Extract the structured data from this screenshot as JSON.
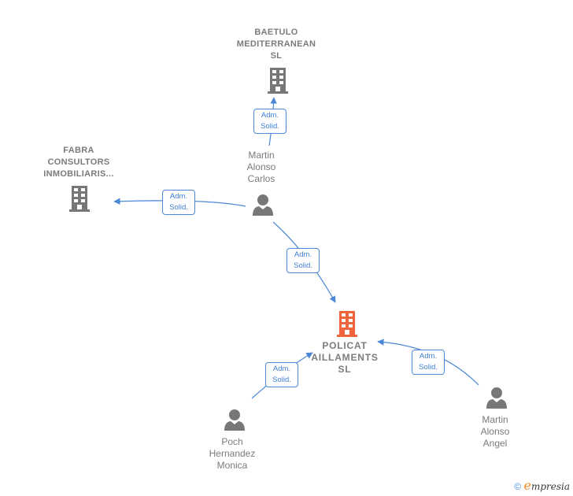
{
  "nodes": {
    "baetulo": {
      "type": "company",
      "lines": [
        "BAETULO",
        "MEDITERRANEAN",
        "SL"
      ]
    },
    "fabra": {
      "type": "company",
      "lines": [
        "FABRA",
        "CONSULTORS",
        "INMOBILIARIS..."
      ]
    },
    "policat": {
      "type": "company",
      "main": true,
      "lines": [
        "POLICAT",
        "AILLAMENTS",
        "SL"
      ]
    },
    "carlos": {
      "type": "person",
      "lines": [
        "Martin",
        "Alonso",
        "Carlos"
      ]
    },
    "monica": {
      "type": "person",
      "lines": [
        "Poch",
        "Hernandez",
        "Monica"
      ]
    },
    "angel": {
      "type": "person",
      "lines": [
        "Martin",
        "Alonso",
        "Angel"
      ]
    }
  },
  "edges": [
    {
      "from": "carlos",
      "to": "baetulo",
      "label": [
        "Adm.",
        "Solid."
      ]
    },
    {
      "from": "carlos",
      "to": "fabra",
      "label": [
        "Adm.",
        "Solid."
      ]
    },
    {
      "from": "carlos",
      "to": "policat",
      "label": [
        "Adm.",
        "Solid."
      ]
    },
    {
      "from": "monica",
      "to": "policat",
      "label": [
        "Adm.",
        "Solid."
      ]
    },
    {
      "from": "angel",
      "to": "policat",
      "label": [
        "Adm.",
        "Solid."
      ]
    }
  ],
  "colors": {
    "edge": "#4a87d6",
    "company": "#777777",
    "main_company": "#f0643c",
    "person": "#777777"
  },
  "footer": {
    "copyright": "©",
    "brand_initial": "e",
    "brand_rest": "mpresia"
  }
}
